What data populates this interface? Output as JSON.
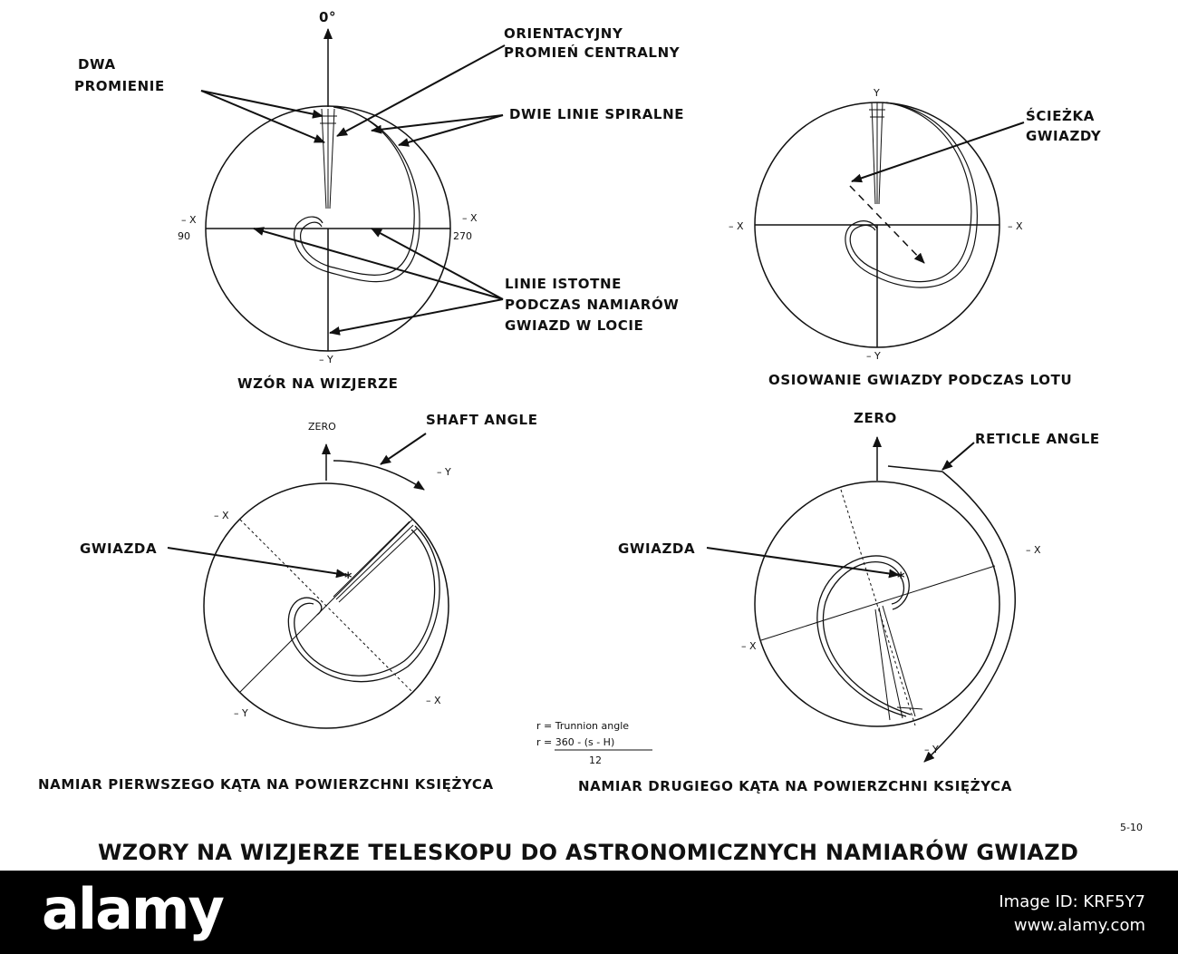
{
  "panels": {
    "top_left": {
      "zero_label": "0°",
      "two_rays": [
        "DWA",
        "PROMIENIE"
      ],
      "central_ray": [
        "ORIENTACYJNY",
        "PROMIEŃ CENTRALNY"
      ],
      "spirals": "DWIE LINIE SPIRALNE",
      "important": [
        "LINIE ISTOTNE",
        "PODCZAS NAMIARÓW",
        "GWIAZD W LOCIE"
      ],
      "axis_left_1": "– X",
      "axis_left_2": "90",
      "axis_right_1": "– X",
      "axis_right_2": "270",
      "axis_bottom": "– Y",
      "caption": "WZÓR NA WIZJERZE"
    },
    "top_right": {
      "axis_top": "Y",
      "axis_left": "– X",
      "axis_right": "– X",
      "axis_bottom": "– Y",
      "star_path": [
        "ŚCIEŻKA",
        "GWIAZDY"
      ],
      "caption": "OSIOWANIE GWIAZDY PODCZAS LOTU"
    },
    "bottom_left": {
      "zero": "ZERO",
      "angle": "SHAFT ANGLE",
      "star": "GWIAZDA",
      "ax_y": "– Y",
      "ax_x1": "– X",
      "ax_y2": "– Y",
      "ax_x2": "– X",
      "caption": "NAMIAR PIERWSZEGO KĄTA NA POWIERZCHNI KSIĘŻYCA"
    },
    "bottom_right": {
      "zero": "ZERO",
      "angle": "RETICLE ANGLE",
      "star": "GWIAZDA",
      "ax_x1": "– X",
      "ax_x2": "– X",
      "ax_y": "– Y",
      "caption": "NAMIAR DRUGIEGO KĄTA NA POWIERZCHNI KSIĘŻYCA"
    }
  },
  "formula": {
    "line1": "r = Trunnion angle",
    "line2": "r = 360 - (s - H)",
    "denominator": "12"
  },
  "page_code": "5-10",
  "main_title": "WZORY NA WIZJERZE TELESKOPU DO ASTRONOMICZNYCH NAMIARÓW GWIAZD",
  "watermark": {
    "brand": "alamy",
    "image_id": "Image ID: KRF5Y7",
    "site": "www.alamy.com"
  }
}
